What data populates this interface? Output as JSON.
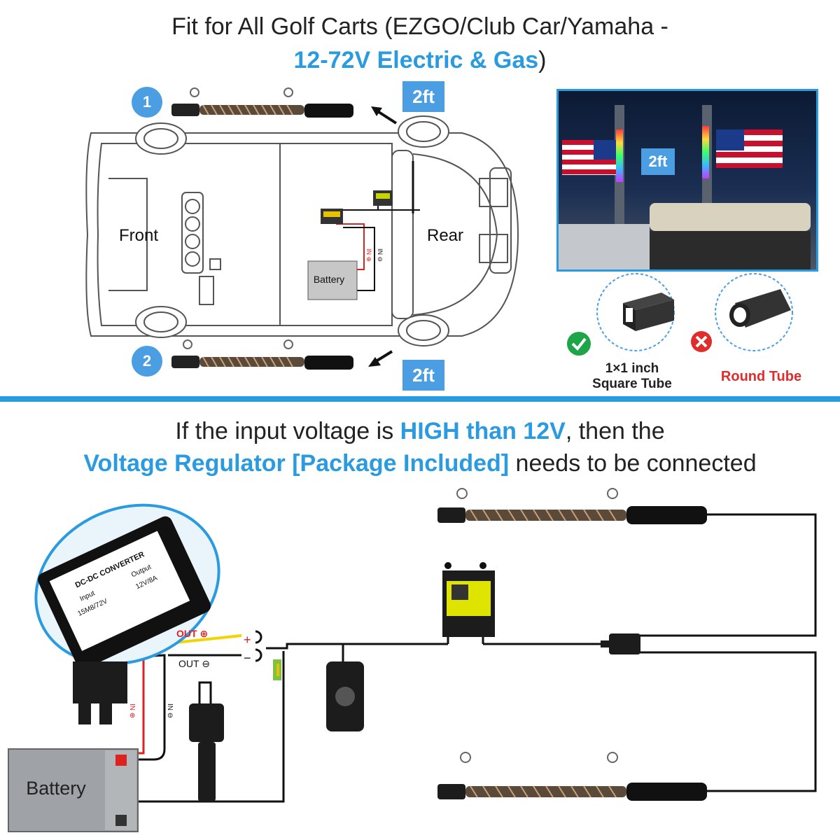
{
  "header": {
    "line1": "Fit for All Golf Carts (EZGO/Club Car/Yamaha -",
    "line2_highlight": "12-72V Electric & Gas",
    "line2_tail": ")"
  },
  "cart_diagram": {
    "front_label": "Front",
    "rear_label": "Rear",
    "battery_label": "Battery",
    "wire_pos_label": "IN ⊕",
    "wire_neg_label": "IN ⊖",
    "marker_1": "1",
    "marker_2": "2",
    "length_top": "2ft",
    "length_bottom": "2ft"
  },
  "photo": {
    "badge": "2ft"
  },
  "tube_options": {
    "square_label_line1": "1×1 inch",
    "square_label_line2": "Square Tube",
    "round_label": "Round Tube",
    "ok_color": "#1ea54a",
    "bad_color": "#e22b2b"
  },
  "section2": {
    "line1_pre": "If the input voltage is ",
    "line1_highlight": "HIGH than 12V",
    "line1_post": ", then the",
    "line2_highlight": "Voltage Regulator [Package Included]",
    "line2_post": " needs to be connected"
  },
  "wiring": {
    "converter_title": "DC-DC CONVERTER",
    "converter_input": "Input",
    "converter_output": "Output",
    "converter_input_val": "15M8/72V",
    "converter_output_val": "12V/8A",
    "out_pos": "OUT ⊕",
    "out_neg": "OUT ⊖",
    "plus": "+",
    "minus": "−",
    "in_pos": "IN ⊕",
    "in_neg": "IN ⊖",
    "battery_label": "Battery"
  },
  "colors": {
    "accent": "#2a9be0",
    "badge": "#4c9ee3",
    "red": "#e22b2b"
  }
}
